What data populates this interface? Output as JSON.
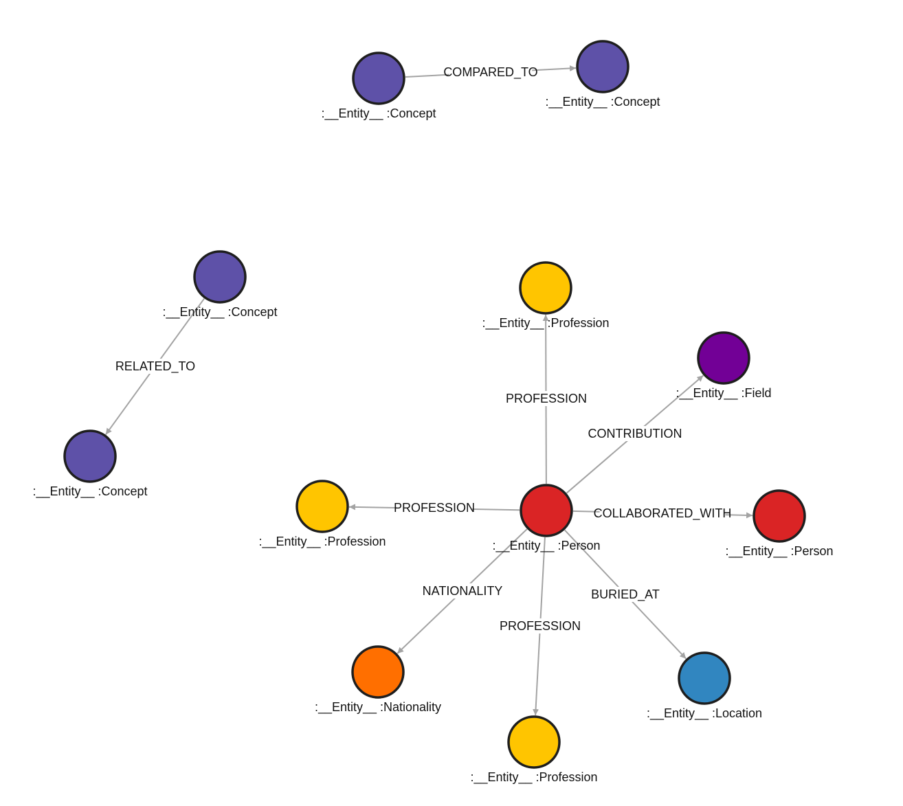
{
  "graph": {
    "nodes": [
      {
        "id": "c1",
        "label": ":__Entity__ :Concept",
        "color": "#5e51a8"
      },
      {
        "id": "c2",
        "label": ":__Entity__ :Concept",
        "color": "#5e51a8"
      },
      {
        "id": "c3",
        "label": ":__Entity__ :Concept",
        "color": "#5e51a8"
      },
      {
        "id": "c4",
        "label": ":__Entity__ :Concept",
        "color": "#5e51a8"
      },
      {
        "id": "p0",
        "label": ":__Entity__ :Person",
        "color": "#da2425"
      },
      {
        "id": "pr1",
        "label": ":__Entity__ :Profession",
        "color": "#ffc500"
      },
      {
        "id": "pr2",
        "label": ":__Entity__ :Profession",
        "color": "#ffc500"
      },
      {
        "id": "pr3",
        "label": ":__Entity__ :Profession",
        "color": "#ffc500"
      },
      {
        "id": "f1",
        "label": ":__Entity__ :Field",
        "color": "#720096"
      },
      {
        "id": "p1",
        "label": ":__Entity__ :Person",
        "color": "#da2425"
      },
      {
        "id": "n1",
        "label": ":__Entity__ :Nationality",
        "color": "#ff6f00"
      },
      {
        "id": "l1",
        "label": ":__Entity__ :Location",
        "color": "#3186c0"
      }
    ],
    "edges": [
      {
        "from": "c1",
        "to": "c2",
        "label": "COMPARED_TO"
      },
      {
        "from": "c3",
        "to": "c4",
        "label": "RELATED_TO"
      },
      {
        "from": "p0",
        "to": "pr1",
        "label": "PROFESSION"
      },
      {
        "from": "p0",
        "to": "f1",
        "label": "CONTRIBUTION"
      },
      {
        "from": "p0",
        "to": "pr2",
        "label": "PROFESSION"
      },
      {
        "from": "p0",
        "to": "p1",
        "label": "COLLABORATED_WITH"
      },
      {
        "from": "p0",
        "to": "n1",
        "label": "NATIONALITY"
      },
      {
        "from": "p0",
        "to": "pr3",
        "label": "PROFESSION"
      },
      {
        "from": "p0",
        "to": "l1",
        "label": "BURIED_AT"
      }
    ]
  }
}
